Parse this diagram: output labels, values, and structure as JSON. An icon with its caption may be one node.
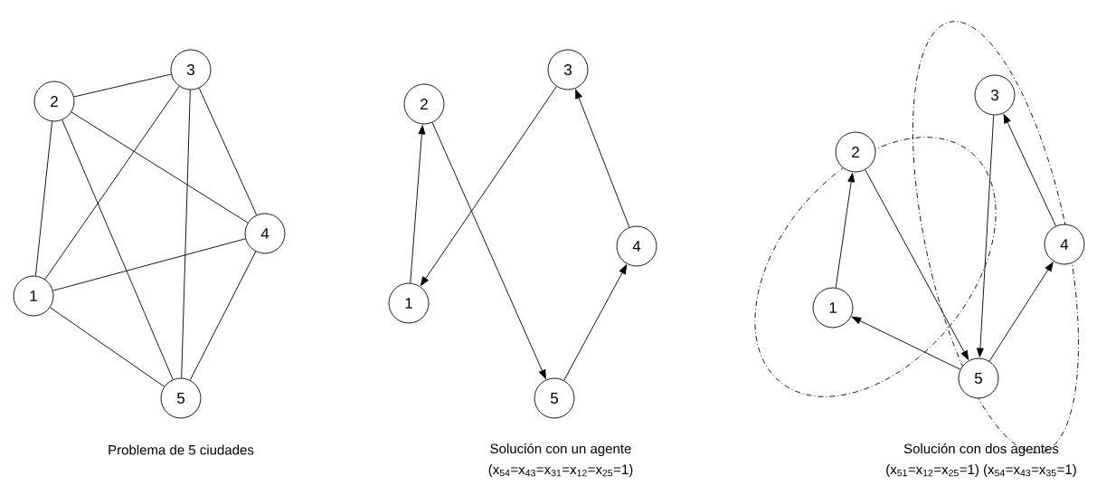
{
  "diagram": {
    "nodes": [
      {
        "text": [
          "1"
        ]
      },
      {
        "text": [
          "2"
        ]
      },
      {
        "text": [
          "3"
        ]
      },
      {
        "text": [
          "4"
        ]
      },
      {
        "text": [
          "5"
        ]
      },
      {
        "text": [
          "1"
        ]
      },
      {
        "text": [
          "2"
        ]
      },
      {
        "text": [
          "3"
        ]
      },
      {
        "text": [
          "4"
        ]
      },
      {
        "text": [
          "5"
        ]
      },
      {
        "text": [
          "1"
        ]
      },
      {
        "text": [
          "2"
        ]
      },
      {
        "text": [
          "3"
        ]
      },
      {
        "text": [
          "4"
        ]
      },
      {
        "text": [
          "5"
        ]
      }
    ],
    "edges": [
      {
        "from": 1,
        "to": 2,
        "arrow": "none"
      },
      {
        "from": 1,
        "to": 0,
        "arrow": "none"
      },
      {
        "from": 0,
        "to": 2,
        "arrow": "none"
      },
      {
        "from": 1,
        "to": 3,
        "arrow": "none"
      },
      {
        "from": 1,
        "to": 4,
        "arrow": "none"
      },
      {
        "from": 2,
        "to": 3,
        "arrow": "none"
      },
      {
        "from": 2,
        "to": 4,
        "arrow": "none"
      },
      {
        "from": 0,
        "to": 3,
        "arrow": "none"
      },
      {
        "from": 0,
        "to": 4,
        "arrow": "none"
      },
      {
        "from": 3,
        "to": 4,
        "arrow": "none"
      },
      {
        "from": 5,
        "to": 6,
        "arrow": "to"
      },
      {
        "from": 6,
        "to": 9,
        "arrow": "to"
      },
      {
        "from": 9,
        "to": 8,
        "arrow": "to"
      },
      {
        "from": 8,
        "to": 7,
        "arrow": "to"
      },
      {
        "from": 7,
        "to": 5,
        "arrow": "to"
      },
      {
        "from": 10,
        "to": 11,
        "arrow": "to"
      },
      {
        "from": 11,
        "to": 14,
        "arrow": "to"
      },
      {
        "from": 14,
        "to": 10,
        "arrow": "to"
      },
      {
        "from": 12,
        "to": 14,
        "arrow": "to"
      },
      {
        "from": 14,
        "to": 13,
        "arrow": "to"
      },
      {
        "from": 13,
        "to": 12,
        "arrow": "to"
      }
    ],
    "labels": [
      "Problema de 5 ciudades",
      "Solución con un agente",
      "(x$_{54}$=x$_{43}$=x$_{31}$=x$_{12}$=x$_{25}$=1)",
      "Solución con dos agentes",
      "(x$_{51}$=x$_{12}$=x$_{25}$=1) (x$_{54}$=x$_{43}$=x$_{35}$=1)"
    ]
  }
}
